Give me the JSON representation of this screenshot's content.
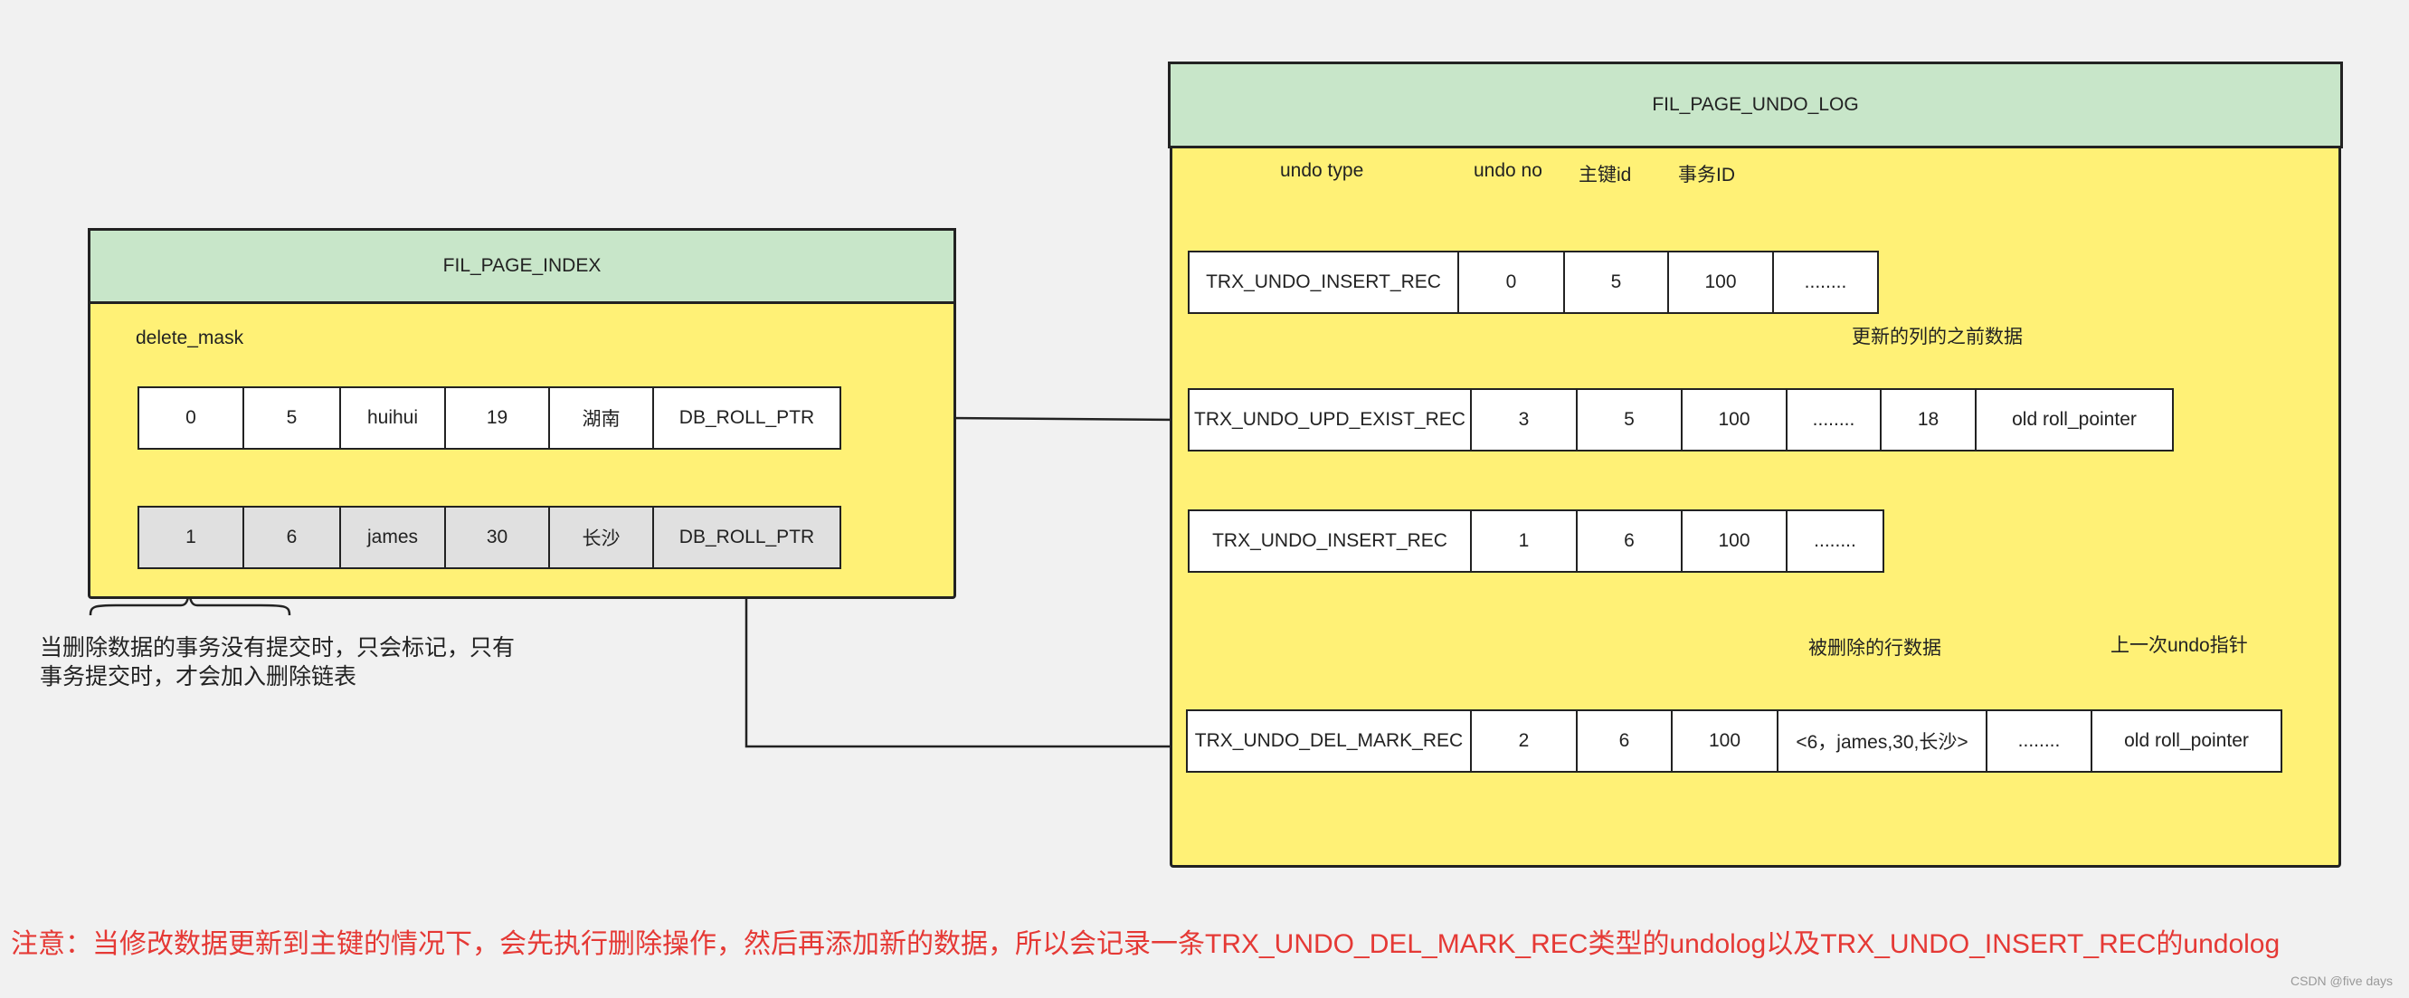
{
  "index_page": {
    "title": "FIL_PAGE_INDEX",
    "delete_mask_label": "delete_mask",
    "rows": [
      [
        "0",
        "5",
        "huihui",
        "19",
        "湖南",
        "DB_ROLL_PTR"
      ],
      [
        "1",
        "6",
        "james",
        "30",
        "长沙",
        "DB_ROLL_PTR"
      ]
    ],
    "note": "当删除数据的事务没有提交时，只会标记，只有事务提交时，才会加入删除链表"
  },
  "undo_page": {
    "title": "FIL_PAGE_UNDO_LOG",
    "labels": {
      "undo_type": "undo type",
      "undo_no": "undo no",
      "primary_key_id": "主键id",
      "trx_id": "事务ID",
      "prev_column_data": "更新的列的之前数据",
      "deleted_row_data": "被删除的行数据",
      "prev_undo_pointer": "上一次undo指针"
    },
    "records": [
      [
        "TRX_UNDO_INSERT_REC",
        "0",
        "5",
        "100",
        "........"
      ],
      [
        "TRX_UNDO_UPD_EXIST_REC",
        "3",
        "5",
        "100",
        "........",
        "18",
        "old roll_pointer"
      ],
      [
        "TRX_UNDO_INSERT_REC",
        "1",
        "6",
        "100",
        "........"
      ],
      [
        "TRX_UNDO_DEL_MARK_REC",
        "2",
        "6",
        "100",
        "<6，james,30,长沙>",
        "........",
        "old roll_pointer"
      ]
    ]
  },
  "footer_note": "注意：当修改数据更新到主键的情况下，会先执行删除操作，然后再添加新的数据，所以会记录一条TRX_UNDO_DEL_MARK_REC类型的undolog以及TRX_UNDO_INSERT_REC的undolog",
  "watermark": "CSDN @five days"
}
